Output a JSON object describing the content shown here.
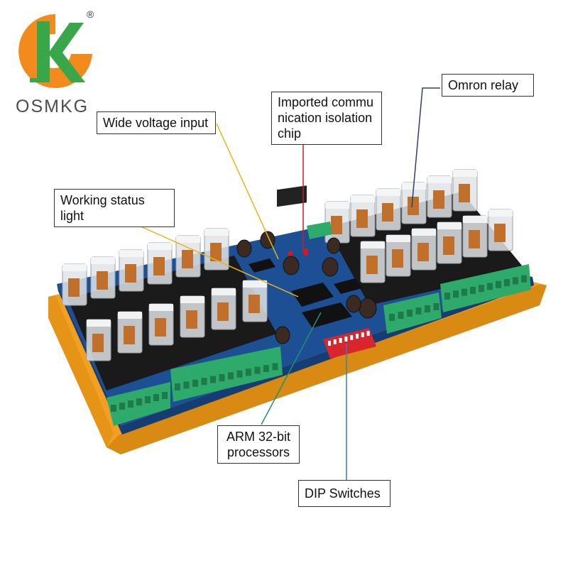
{
  "brand": {
    "name": "OSMKG",
    "registered_mark": "®",
    "logo_icon": "osmkg-logo-icon"
  },
  "callouts": {
    "wide_voltage_input": "Wide voltage input",
    "working_status_light": "Working status light",
    "isolation_chip": "Imported commu\nnication isolation\nchip",
    "omron_relay": "Omron relay",
    "arm_processor": "ARM 32-bit\nprocessors",
    "dip_switches": "DIP Switches"
  },
  "colors": {
    "logo_orange": "#f28a1e",
    "logo_green": "#3aa64a",
    "pcb_blue": "#1d4f95",
    "rail_orange": "#f2a024",
    "terminal_green": "#2eaa6a",
    "dip_red": "#d9262c",
    "line_yellow": "#e6b51c",
    "line_red": "#c81e2a",
    "line_navy": "#2a3f7a",
    "line_teal": "#1f8f7a",
    "line_blue": "#3c7fb7"
  }
}
